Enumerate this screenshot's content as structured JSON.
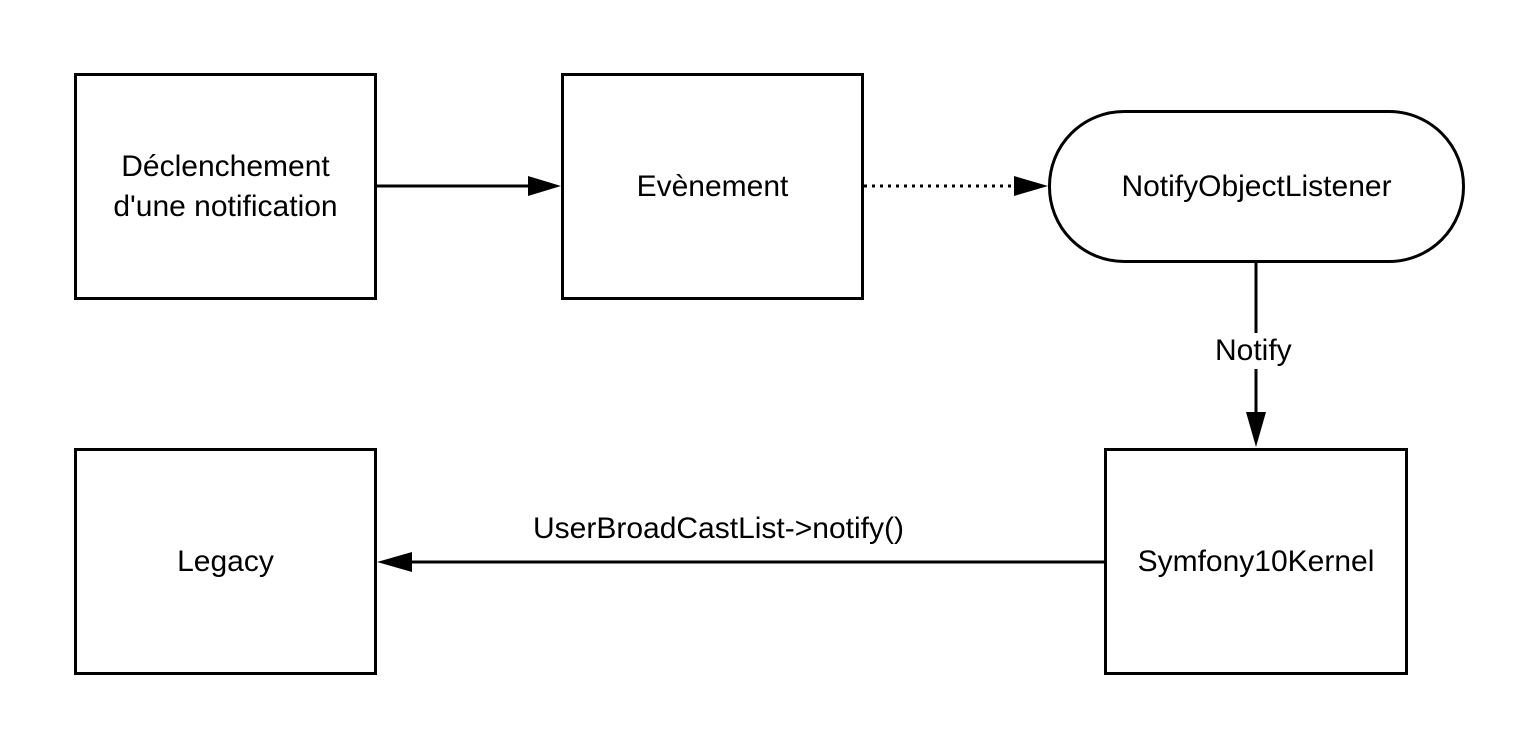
{
  "diagram": {
    "nodes": {
      "trigger": {
        "line1": "Déclenchement",
        "line2": "d'une notification"
      },
      "event": {
        "label": "Evènement"
      },
      "listener": {
        "label": "NotifyObjectListener"
      },
      "kernel": {
        "label": "Symfony10Kernel"
      },
      "legacy": {
        "label": "Legacy"
      }
    },
    "edges": {
      "trigger_to_event": {
        "style": "solid"
      },
      "event_to_listener": {
        "style": "dotted"
      },
      "listener_to_kernel": {
        "style": "solid",
        "label": "Notify"
      },
      "kernel_to_legacy": {
        "style": "solid",
        "label": "UserBroadCastList->notify()"
      }
    },
    "colors": {
      "stroke": "#000000",
      "background": "#ffffff"
    }
  }
}
